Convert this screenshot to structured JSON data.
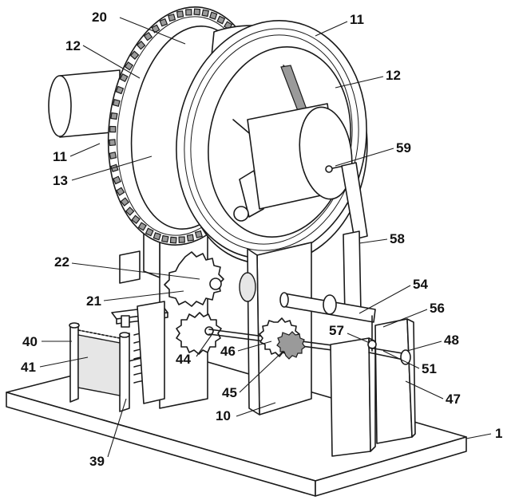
{
  "labels": {
    "l20": "20",
    "l11a": "11",
    "l12a": "12",
    "l12b": "12",
    "l11b": "11",
    "l13": "13",
    "l59": "59",
    "l58": "58",
    "l22": "22",
    "l21": "21",
    "l54": "54",
    "l56": "56",
    "l40": "40",
    "l57": "57",
    "l48": "48",
    "l41": "41",
    "l44": "44",
    "l46": "46",
    "l51": "51",
    "l45": "45",
    "l47": "47",
    "l10": "10",
    "l1": "1",
    "l39": "39"
  }
}
